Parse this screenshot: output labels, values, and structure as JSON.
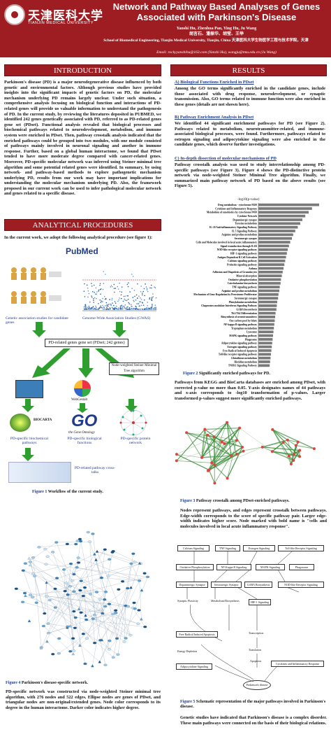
{
  "header": {
    "univ_cn": "天津医科大学",
    "univ_en": "TIANJIN MEDICAL UNIVERSITY",
    "title": "Network and Pathway Based Analyses of Genes Associated with Parkinson's Disease",
    "authors_en": "Yanshi Hu, Zhenhua Pan, Ying Hu, Ju Wang",
    "authors_cn": "胡言石、潘振华、胡莹、王举",
    "affiliation": "School of Biomedical Engineering, Tianjin Medical University, Tianjin, China 天津医科大学生物医学工程与技术学院，天津",
    "email": "Email: rockyyanshihu@163.com (Yanshi Hu), wangju@tmu.edu.cn (Ju Wang)"
  },
  "sections": {
    "introduction": "INTRODUCTION",
    "results": "RESULTS",
    "analytical": "ANALYTICAL PROCEDURES"
  },
  "intro_text": "Parkinson's disease (PD) is a major neurodegenerative disease influenced by both genetic and environmental factors. Although previous studies have provided insights into the significant impacts of genetic factors on PD, the molecular mechanism underlying PD remains largely unclear. Under such situation, a comprehensive analysis focusing on biological function and interactions of PD-related genes will provide us valuable information to understand the pathogenesis of PD. In the current study, by reviewing the literatures deposited in PUBMED, we identified 242 genes genetically associated with PD, referred to as PD-related genes gene set (PDset). Functional analysis revealed that biological processes and biochemical pathways related to neurodevelopment, metabolism, and immune system were enriched in PDset. Then, pathway crosstalk analysis indicated that the enriched pathways could be grouped into two modules, with one module consisted of pathways mainly involved in neuronal signaling and another in immune response. Further, based on a global human interactome, we found that PDset tended to have more moderate degree compared with cancer-related genes. Moreover, PD-specific molecular network was inferred using Steiner minimal tree algorithm and some potential related genes were identified. In summary, by using network- and pathway-based methods to explore pathogenetic mechanism underlying PD, results from our work may have important implications for understanding the molecular mechanism underlying PD. Also, the framework proposed in our current work can be used to infer pathological molecular network and genes related to a specific disease.",
  "analytical_intro": "In the current work, we adopt the following analytical procedure (see figure 1):",
  "workflow": {
    "pubmed": "PubMed",
    "gas_label": "Genetic association studies for candidate genes",
    "gwas_label": "Genome-Wide Association Studies (GWAS)",
    "geneset": "PD-related genes gene set (PDset; 242 genes)",
    "steiner": "Node-weighted Steiner Minimal Tree algorithm",
    "webgestalt": "WebGestalt",
    "biocarta": "BIOCARTA",
    "go": "GO",
    "go_sub": "the Gene Ontology",
    "pd_biochem": "PD-specific biochemical pathways",
    "pd_bio": "PD-specific biological functions",
    "pd_protein": "PD-specific protein network",
    "crosstalk": "PD-related pathway cross-talks",
    "caption_num": "Figure 1",
    "caption": "Workflow of the current study."
  },
  "fig4": {
    "caption_num": "Figure 4",
    "caption": "Parkinson's disease-specific network.",
    "desc": "PD-specific network was constructed via node-weighted Steiner minimal tree algorithm, with 276 nodes and 522 edges. Ellipse nodes are genes of PDset, and triangular nodes are non-original/extended genes. Node color corresponds to its degree in the human interactome. Darker color indicates higher degree."
  },
  "results": {
    "a_title": "A) Biological Functions Enriched in PDset",
    "a_text": "Among the GO terms significantly enriched in the candidate genes, include those associated with drug response, neurodevelopment, or synaptic transmission. Also, GO terms related to immune function were also enriched in these genes (details are not shown here).",
    "b_title": "B) Pathway Enrichment Analysis in PDset",
    "b_text": "We identified 44 significant enrichment pathways for PD (see Figure 2). Pathways related to metabolism, neurotransmitter-related, and immune-associated biological processes, were found. Furthermore, pathways related to estrogen signaling and adipocytokine signaling were also enriched in the candidate genes, which deserve further investigations.",
    "c_title": "C) In-depth dissection of molecular mechanisms of PD",
    "c_text": "Pathway crosstalk analysis was used to study interrelationship among PD-specific pathways (see Figure 3). Figure 4 shows the PD-distinctive protein network via node-weighted Steiner Minimal Tree algorithm. Finally, we summarized main pathway network of PD based on the above results (see Figure 5)."
  },
  "fig2": {
    "axis_label": "-log10(p-value)",
    "caption_num": "Figure 2",
    "caption": "Significantly enriched pathways for PD.",
    "desc": "Pathways from KEGG and BioCarta databases are enriched among PDset, with corrected p-value no more than 0.05. Y-axis designates names of 44 pathways and x-axis corresponds to -log10 transformation of p-values. Larger transformed p-values suggest more significantly enriched pathways."
  },
  "chart_data": {
    "type": "bar",
    "title": "",
    "xlabel": "-log10(p-value)",
    "ylabel": "",
    "categories": [
      "Drug metabolism - cytochrome P450",
      "Cytokines and Inflammatory Response",
      "Metabolism of xenobiotics by cytochrome P450",
      "Cytokine Network",
      "Dopaminergic synapse",
      "Tyrosine metabolism",
      "IL-10 Anti-inflammatory Signaling Pathway",
      "IL 5 Signaling Pathway",
      "Arginine and proline metabolism",
      "Serotonergic synapse",
      "Cells and Molecules involved in local acute inflammatory",
      "Signal transduction through IL1R",
      "NOD-like receptor signaling pathway",
      "HIF-1 signaling pathway",
      "Antigen Dependent B Cell Activation",
      "Calcium signaling pathway",
      "Prolactin signaling pathway",
      "Asthma",
      "Adhesion and Diapedesis of Granulocytes",
      "Mineral absorption",
      "Oxidative phosphorylation",
      "Catecholamine biosynthesis",
      "TNF signaling pathway",
      "Arginine and proline metabolism",
      "Mechanism of Gene Regulation by Peroxisome Proliferator",
      "Serotonergic synapse",
      "Phenylalanine metabolism",
      "Chaperones modulate Interferon Signaling Pathway",
      "GABA biosynthesis",
      "Th1/Th2 Differentiation",
      "Biosynthesis of neurotransmitters",
      "One carbon pool by folate",
      "NF-kappa B signaling pathway",
      "Tryptophan metabolism",
      "Lysosome",
      "MAPK signaling pathway",
      "Phagosome",
      "Adipocytokine signaling pathway",
      "Estrogen signaling pathway",
      "Free Radical Induced Apoptosis",
      "Toll-like receptor signaling pathway",
      "Glutathione metabolism",
      "Histidine metabolism",
      "TNFR1 Signaling Pathway"
    ],
    "values": [
      14.5,
      12.8,
      12.0,
      11.2,
      10.5,
      10.0,
      9.4,
      8.8,
      8.3,
      8.0,
      7.6,
      7.3,
      7.0,
      6.8,
      6.6,
      6.4,
      6.2,
      6.0,
      5.8,
      5.6,
      5.4,
      5.3,
      5.1,
      5.0,
      4.8,
      4.7,
      4.5,
      4.4,
      4.3,
      4.1,
      4.0,
      3.9,
      3.8,
      3.7,
      3.6,
      3.5,
      3.4,
      3.3,
      3.2,
      3.1,
      3.0,
      2.9,
      2.8,
      2.7
    ]
  },
  "fig3": {
    "caption_num": "Figure 3",
    "caption": "Pathway crosstalk among PDset-enriched pathways.",
    "desc": "Nodes represent pathways, and edges represent crosstalk between pathways. Edge-width corresponds to the score of specific pathway pair. Larger edge-width indicates higher score. Node marked with bold name is \"cells and molecules involved in local acute inflammatory response\"."
  },
  "fig5": {
    "nodes": {
      "calcium": "Calcium Signaling",
      "tnf": "TNF Signaling",
      "estrogen": "Estrogen Signaling",
      "tlr": "Toll-like Receptor Signaling",
      "oxphos": "Oxidative Phosphorylation",
      "nfkb": "NF-Kappa B Signaling",
      "mapk": "MAPK Signaling",
      "phagosome": "Phagosome",
      "dopa": "Dopaminergic Synapse",
      "sero": "Serotonergic Synapse",
      "gaba": "GABA Biosynthesis",
      "nod": "NOD-like Receptor Signaling",
      "plasticity": "Synaptic Plasticity",
      "metab": "Metabolism/Biosynthesis",
      "hif": "HIF-1 Signaling",
      "transcription": "Transcription",
      "free_radical": "Free Radical Induced Apoptosis",
      "translation": "Translation",
      "energy": "Energy Depletion",
      "apoptosis": "Apoptosis",
      "cytokines": "Cytokines and Inflammatory Response",
      "adipo": "Adipocytokine Signaling",
      "parkinsons": "Parkinson's disease"
    },
    "caption_num": "Figure 5",
    "caption": "Schematic representation of the major pathways involved in Parkinson's disease."
  },
  "conclusion": "Genetic studies have indicated that Parkinson's disease is a complex disorder. These main pathways were connected on the basis of their biological relations.",
  "colors": {
    "brand": "#9e1d22",
    "link": "#1f3b8a",
    "bar": "#7a7a7a",
    "arrow": "#2e9e2e"
  }
}
